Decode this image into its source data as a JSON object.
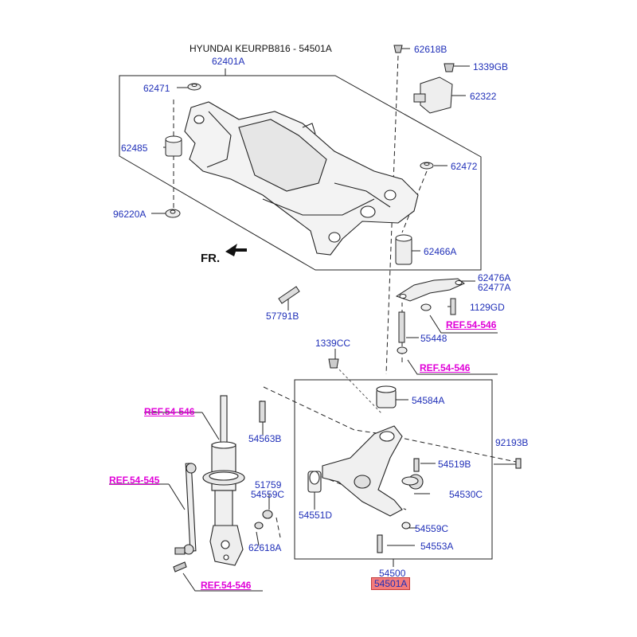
{
  "title": "HYUNDAI KEURPB816 - 54501A",
  "direction_label": "FR.",
  "parts": {
    "p62401A": "62401A",
    "p62471": "62471",
    "p62485": "62485",
    "p96220A": "96220A",
    "p62618B": "62618B",
    "p1339GB": "1339GB",
    "p62322": "62322",
    "p62472": "62472",
    "p62466A": "62466A",
    "p57791B": "57791B",
    "p62476A": "62476A",
    "p62477A": "62477A",
    "p1129GD": "1129GD",
    "p55448": "55448",
    "p1339CC": "1339CC",
    "p54584A": "54584A",
    "p54563B": "54563B",
    "p92193B": "92193B",
    "p54519B": "54519B",
    "p51759": "51759",
    "p54559C_a": "54559C",
    "p54530C": "54530C",
    "p54551D": "54551D",
    "p54559C_b": "54559C",
    "p62618A": "62618A",
    "p54553A": "54553A",
    "p54500": "54500",
    "p54501A": "54501A"
  },
  "refs": {
    "ref1": "REF.54-546",
    "ref2": "REF.54-546",
    "ref3": "REF.54-546",
    "ref4": "REF.54-545",
    "ref5": "REF.54-546"
  },
  "colors": {
    "part_label": "#1f2fb8",
    "ref_label": "#e000d8",
    "highlight": "#f47b7b"
  }
}
